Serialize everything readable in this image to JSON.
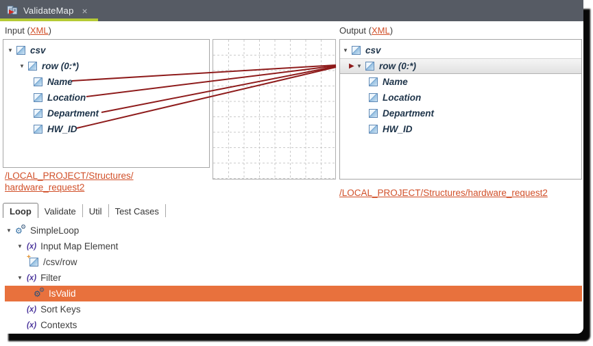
{
  "tab_bar": {
    "title": "ValidateMap"
  },
  "icons": {
    "expander": "▼",
    "close": "×",
    "map_arrow": "▶",
    "gear": "⚙",
    "plus": "+",
    "fx": "(x)"
  },
  "input": {
    "header": {
      "prefix": "Input (",
      "link": "XML",
      "suffix": ")"
    },
    "tree": {
      "csv": "csv",
      "row": "row (0:*)",
      "fields": [
        "Name",
        "Location",
        "Department",
        "HW_ID"
      ]
    },
    "schema_link": {
      "line1": "/LOCAL_PROJECT/Structures/",
      "line2": "hardware_request2"
    }
  },
  "output": {
    "header": {
      "prefix": "Output (",
      "link": "XML",
      "suffix": ")"
    },
    "tree": {
      "csv": "csv",
      "row": "row (0:*)",
      "fields": [
        "Name",
        "Location",
        "Department",
        "HW_ID"
      ]
    },
    "schema_link": "/LOCAL_PROJECT/Structures/hardware_request2"
  },
  "mappings": [
    {
      "from": "Name",
      "to": "row (0:*)"
    },
    {
      "from": "Location",
      "to": "row (0:*)"
    },
    {
      "from": "Department",
      "to": "row (0:*)"
    },
    {
      "from": "HW_ID",
      "to": "row (0:*)"
    }
  ],
  "bottom": {
    "tabs": [
      "Loop",
      "Validate",
      "Util",
      "Test Cases"
    ],
    "active_tab": "Loop",
    "tree": [
      {
        "label": "SimpleLoop"
      },
      {
        "label": "Input Map Element"
      },
      {
        "label": "/csv/row"
      },
      {
        "label": "Filter"
      },
      {
        "label": "IsValid",
        "selected": true
      },
      {
        "label": "Sort Keys"
      },
      {
        "label": "Contexts"
      }
    ]
  },
  "colors": {
    "tab_bar_bg": "#565b64",
    "active_tab_accent": "#b5ca35",
    "link_orange": "#d14f28",
    "mapping_line_red": "#8e1b1b",
    "selection_orange": "#e8713d",
    "tree_text_navy": "#1d3349",
    "fx_purple": "#4f3a9e"
  }
}
